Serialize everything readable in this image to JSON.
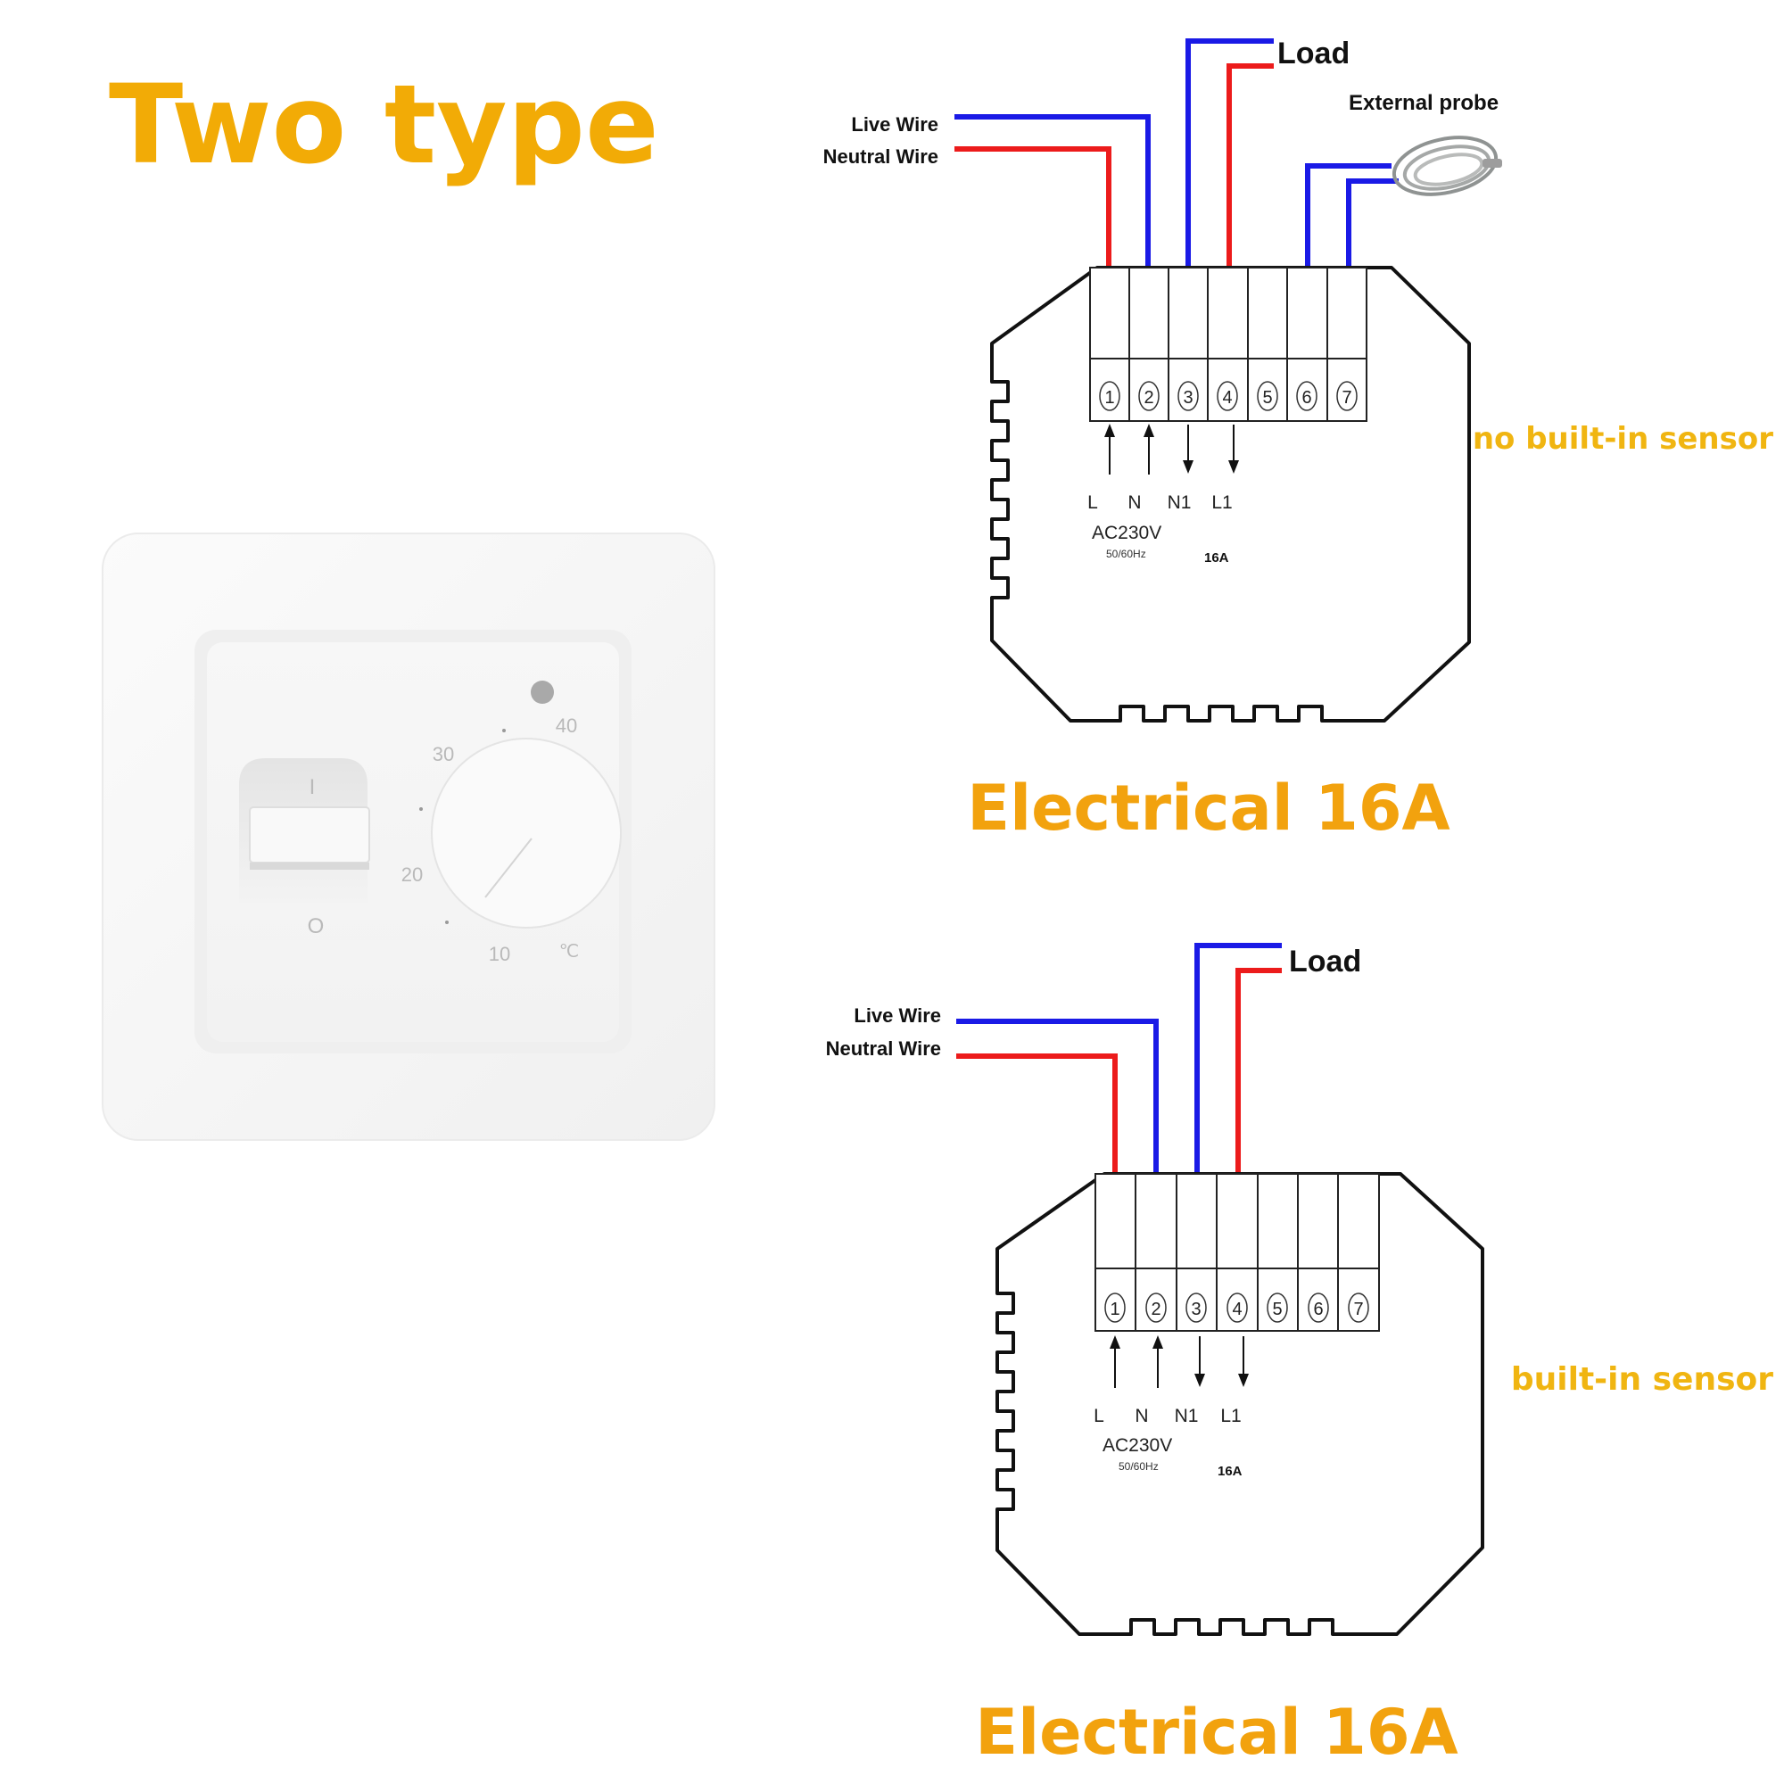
{
  "headline": "Two type",
  "thermostat": {
    "on_mark": "I",
    "off_mark": "O",
    "scale": [
      "40",
      "30",
      "20",
      "10"
    ],
    "unit": "℃"
  },
  "diagrams": [
    {
      "load": "Load",
      "live": "Live Wire",
      "neutral": "Neutral Wire",
      "probe": "External probe",
      "terminals": [
        "1",
        "2",
        "3",
        "4",
        "5",
        "6",
        "7"
      ],
      "io": [
        "L",
        "N",
        "N1",
        "L1"
      ],
      "voltage": "AC230V",
      "freq": "50/60Hz",
      "amp": "16A",
      "sensor": "no built-in sensor",
      "caption": "Electrical 16A"
    },
    {
      "load": "Load",
      "live": "Live Wire",
      "neutral": "Neutral Wire",
      "terminals": [
        "1",
        "2",
        "3",
        "4",
        "5",
        "6",
        "7"
      ],
      "io": [
        "L",
        "N",
        "N1",
        "L1"
      ],
      "voltage": "AC230V",
      "freq": "50/60Hz",
      "amp": "16A",
      "sensor": "built-in sensor",
      "caption": "Electrical 16A"
    }
  ],
  "colors": {
    "accent": "#f2ab06",
    "live_wire": "#1a1ae6",
    "neutral_wire": "#ec1b1b"
  }
}
